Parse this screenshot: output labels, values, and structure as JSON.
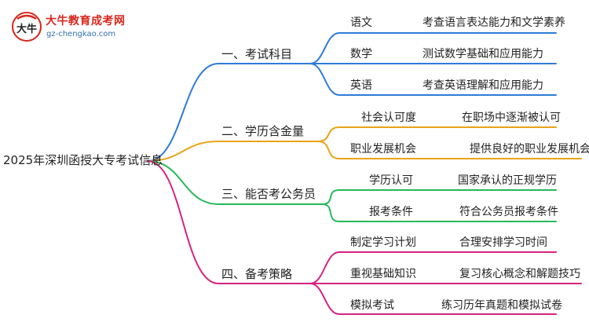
{
  "logo": {
    "name": "大牛教育成考网",
    "url": "gz-chengkao.com",
    "mark_text": "大牛"
  },
  "root": {
    "label": "2025年深圳函授大专考试信息"
  },
  "colors": {
    "blue": "#2f7bd8",
    "orange": "#e8a317",
    "green": "#26b85a",
    "magenta": "#d6237f"
  },
  "branches": [
    {
      "label": "一、考试科目",
      "color": "blue",
      "leaves": [
        {
          "name": "语文",
          "desc": "考查语言表达能力和文学素养"
        },
        {
          "name": "数学",
          "desc": "测试数学基础和应用能力"
        },
        {
          "name": "英语",
          "desc": "考查英语理解和应用能力"
        }
      ]
    },
    {
      "label": "二、学历含金量",
      "color": "orange",
      "leaves": [
        {
          "name": "社会认可度",
          "desc": "在职场中逐渐被认可"
        },
        {
          "name": "职业发展机会",
          "desc": "提供良好的职业发展机会"
        }
      ]
    },
    {
      "label": "三、能否考公务员",
      "color": "green",
      "leaves": [
        {
          "name": "学历认可",
          "desc": "国家承认的正规学历"
        },
        {
          "name": "报考条件",
          "desc": "符合公务员报考条件"
        }
      ]
    },
    {
      "label": "四、备考策略",
      "color": "magenta",
      "leaves": [
        {
          "name": "制定学习计划",
          "desc": "合理安排学习时间"
        },
        {
          "name": "重视基础知识",
          "desc": "复习核心概念和解题技巧"
        },
        {
          "name": "模拟考试",
          "desc": "练习历年真题和模拟试卷"
        }
      ]
    }
  ]
}
